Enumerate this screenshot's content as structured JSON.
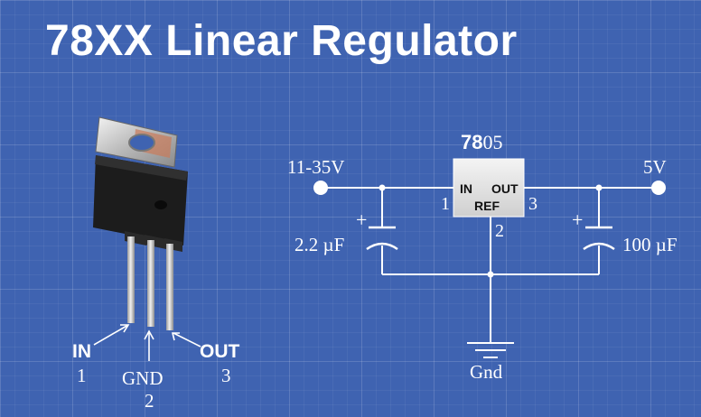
{
  "title": "78XX Linear Regulator",
  "package_pins": {
    "in_label": "IN",
    "in_number": "1",
    "gnd_label": "GND",
    "gnd_number": "2",
    "out_label": "OUT",
    "out_number": "3"
  },
  "schematic": {
    "part_bold": "78",
    "part_rest": "05",
    "input_voltage": "11-35V",
    "output_voltage": "5V",
    "pin_in_label": "IN",
    "pin_out_label": "OUT",
    "pin_ref_label": "REF",
    "pin1": "1",
    "pin2": "2",
    "pin3": "3",
    "input_capacitor": "2.2 µF",
    "output_capacitor": "100 µF",
    "ground_label": "Gnd",
    "cap_plus": "+"
  },
  "colors": {
    "background": "#3f63b1",
    "wire": "#ffffff",
    "chip_body": "#e8e8e8",
    "package_body": "#1c1c1c"
  }
}
